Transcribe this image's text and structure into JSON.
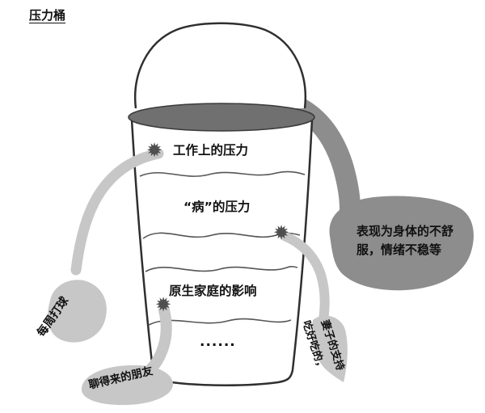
{
  "title": "压力桶",
  "colors": {
    "outline": "#2f2f2f",
    "rim": "#707070",
    "stream_light": "#c7c7c7",
    "stream_dark": "#8d8d8d",
    "burst": "#4f4f4f",
    "text": "#111111",
    "background": "#ffffff"
  },
  "bucket_labels": {
    "level1": "工作上的压力",
    "level2": "“病”的压力",
    "level3": "原生家庭的影响",
    "more": "......"
  },
  "outlets": {
    "weekly_ball": "每周打球",
    "friends": "聊得来的朋友",
    "food_line": "吃好吃的，",
    "wife_line": "妻子的支持",
    "symptom": "表现为身体的不舒服，情绪不稳等"
  },
  "icons": {
    "burst": "✹"
  }
}
